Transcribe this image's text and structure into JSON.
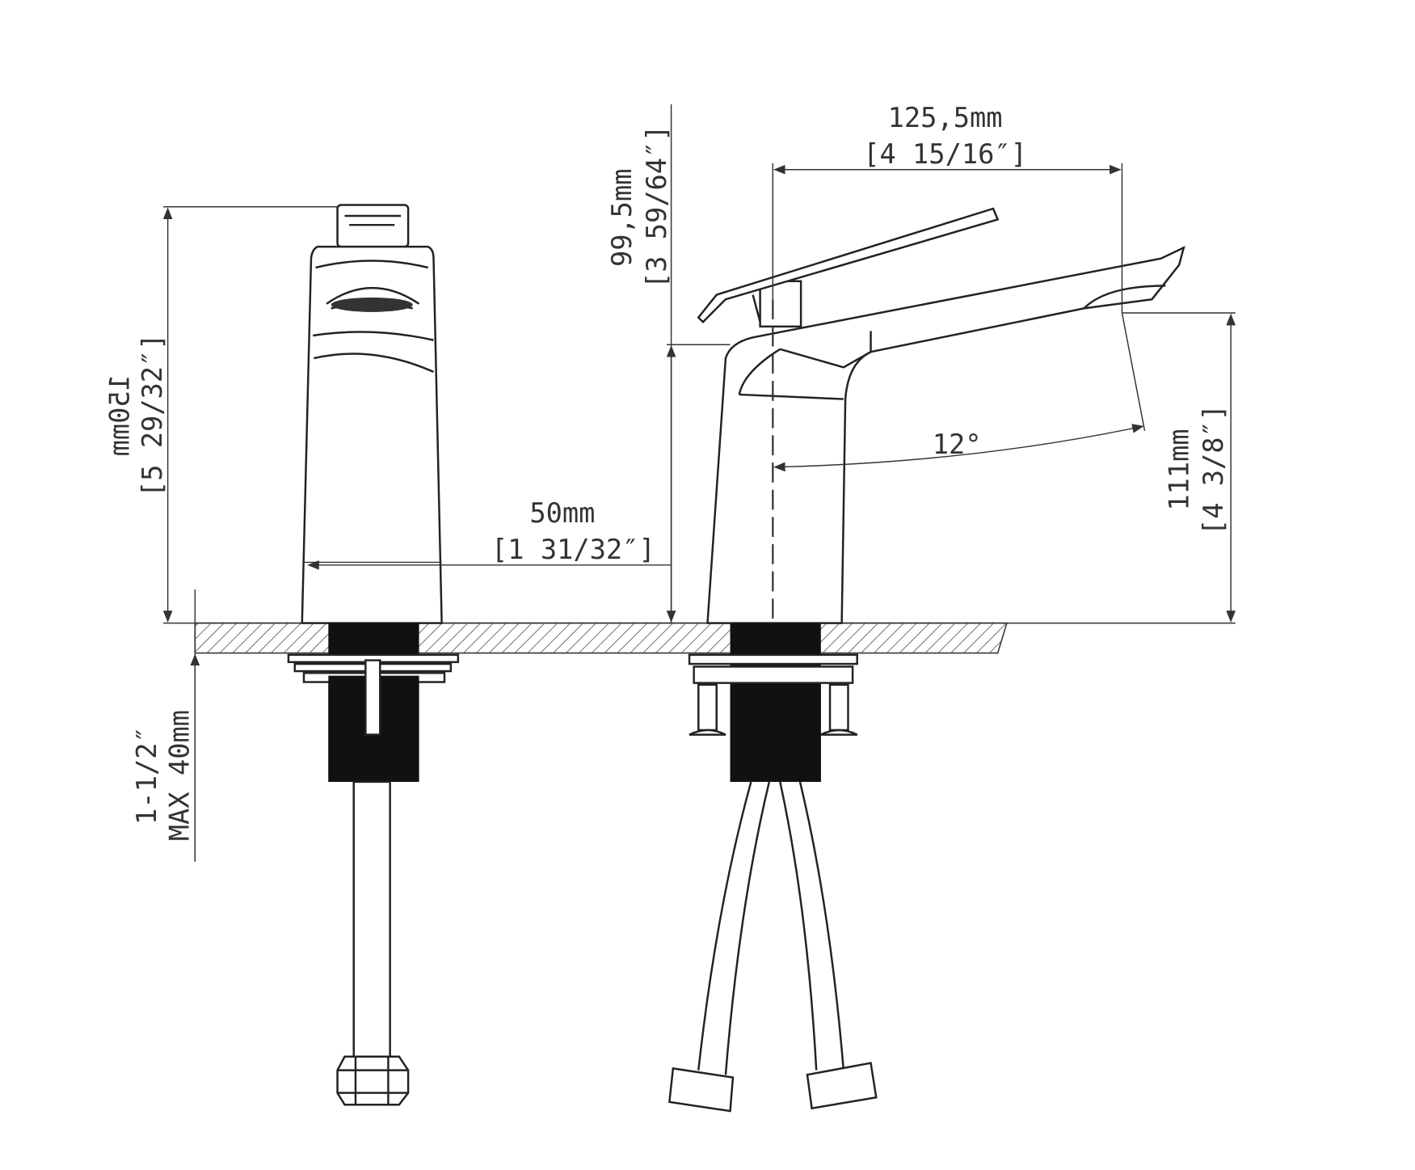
{
  "dimensions": {
    "total_height": {
      "mm": "150mm",
      "inch": "[5 29/32″]"
    },
    "max_thickness": {
      "inch": "1-1/2″",
      "mm": "MAX 40mm"
    },
    "body_width": {
      "mm": "50mm",
      "inch": "[1 31/32″]"
    },
    "handle_height": {
      "mm": "99,5mm",
      "inch": "[3 59/64″]"
    },
    "spout_reach": {
      "mm": "125,5mm",
      "inch": "[4 15/16″]"
    },
    "spout_angle": "12°",
    "spout_height": {
      "mm": "111mm",
      "inch": "[4 3/8″]"
    }
  }
}
